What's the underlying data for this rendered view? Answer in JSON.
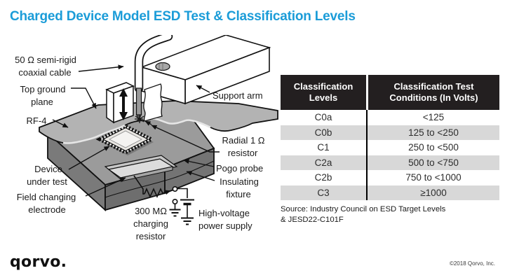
{
  "title": {
    "text": "Charged Device Model ESD Test & Classification Levels",
    "color": "#1b9cd8"
  },
  "diagram": {
    "labels": {
      "coax_line1": "50 Ω semi-rigid",
      "coax_line2": "coaxial cable",
      "top_ground_line1": "Top ground",
      "top_ground_line2": "plane",
      "rf4": "RF-4",
      "support_arm": "Support arm",
      "radial_line1": "Radial 1 Ω",
      "radial_line2": "resistor",
      "pogo_probe": "Pogo probe",
      "insulating_line1": "Insulating",
      "insulating_line2": "fixture",
      "device_line1": "Device",
      "device_line2": "under test",
      "field_line1": "Field changing",
      "field_line2": "electrode",
      "charging_line1": "300 MΩ",
      "charging_line2": "charging",
      "charging_line3": "resistor",
      "hv_line1": "High-voltage",
      "hv_line2": "power supply"
    },
    "colors": {
      "ground_plane": "#b3b3b3",
      "fixture_top": "#9b9b9b",
      "fixture_side": "#7a7a7a",
      "fixture_front": "#6e6e6e",
      "electrode": "#dcdcdc",
      "outline": "#111111"
    }
  },
  "table": {
    "header_bg": "#231f20",
    "row_alt_bg": "#d8d8d8",
    "headers": [
      {
        "line1": "Classification",
        "line2": "Levels"
      },
      {
        "line1": "Classification Test",
        "line2": "Conditions (In Volts)"
      }
    ],
    "rows": [
      {
        "level": "C0a",
        "condition": "<125"
      },
      {
        "level": "C0b",
        "condition": "125 to <250"
      },
      {
        "level": "C1",
        "condition": "250 to <500"
      },
      {
        "level": "C2a",
        "condition": "500 to <750"
      },
      {
        "level": "C2b",
        "condition": "750 to <1000"
      },
      {
        "level": "C3",
        "condition": "≥1000"
      }
    ]
  },
  "source_note": {
    "line1": "Source: Industry Council on ESD Target Levels",
    "line2": "& JESD22-C101F"
  },
  "footer": {
    "logo_text": "qorvo.",
    "copyright": "©2018 Qorvo, Inc."
  }
}
